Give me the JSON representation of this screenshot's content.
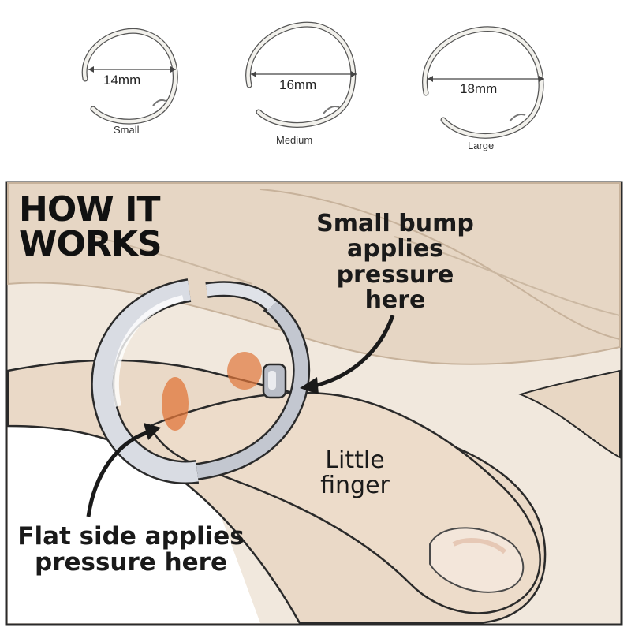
{
  "sizes": [
    {
      "diameter": "14mm",
      "name": "Small"
    },
    {
      "diameter": "16mm",
      "name": "Medium"
    },
    {
      "diameter": "18mm",
      "name": "Large"
    }
  ],
  "panel": {
    "title_line1": "HOW IT",
    "title_line2": "WORKS",
    "bump_callout": [
      "Small bump",
      "applies",
      "pressure here"
    ],
    "flat_callout": [
      "Flat side applies",
      "pressure here"
    ],
    "finger_label": [
      "Little",
      "finger"
    ]
  },
  "colors": {
    "skin": "#e8d8c6",
    "skin_shadow": "#cdb7a0",
    "panel_bg": "#f1e8dd",
    "ring_metal": "#c9ccd4",
    "pressure": "#e0763a",
    "outline": "#2a2a2a"
  }
}
